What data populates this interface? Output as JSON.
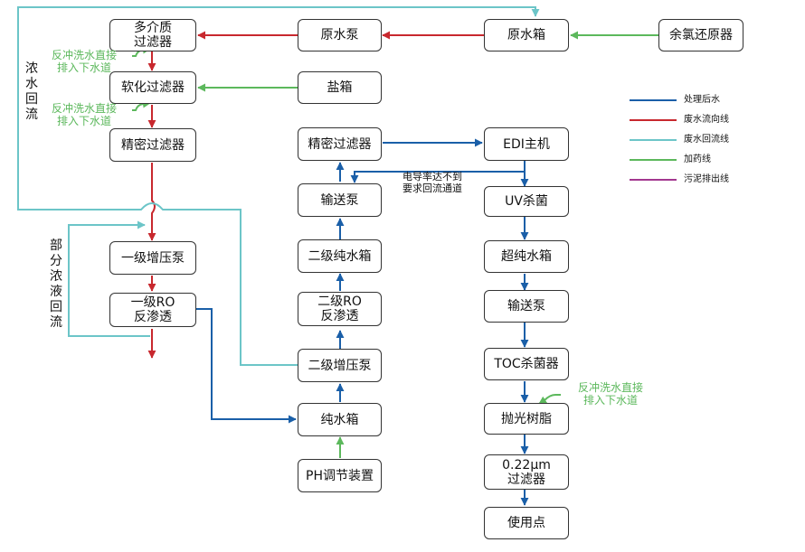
{
  "colors": {
    "treated": "#1a5fa8",
    "waste_flow": "#c8282e",
    "waste_return": "#6cc5c8",
    "dosing": "#5cb85c",
    "sludge": "#a3378f"
  },
  "nodes": {
    "multimedia": [
      "多介质",
      "过滤器"
    ],
    "raw_pump": [
      "原水泵"
    ],
    "raw_tank": [
      "原水箱"
    ],
    "dechlor": [
      "余氯还原器"
    ],
    "softener": [
      "软化过滤器"
    ],
    "salt_tank": [
      "盐箱"
    ],
    "precision1": [
      "精密过滤器"
    ],
    "precision2": [
      "精密过滤器"
    ],
    "edi": [
      "EDI主机"
    ],
    "transfer_pump1": [
      "输送泵"
    ],
    "uv": [
      "UV杀菌"
    ],
    "ro2_tank": [
      "二级纯水箱"
    ],
    "ultrapure_tank": [
      "超纯水箱"
    ],
    "booster1": [
      "一级增压泵"
    ],
    "ro1": [
      "一级RO",
      "反渗透"
    ],
    "ro2": [
      "二级RO",
      "反渗透"
    ],
    "transfer_pump2": [
      "输送泵"
    ],
    "booster2": [
      "二级增压泵"
    ],
    "toc": [
      "TOC杀菌器"
    ],
    "pure_tank": [
      "纯水箱"
    ],
    "polish": [
      "抛光树脂"
    ],
    "filter022": [
      "0.22μm",
      "过滤器"
    ],
    "ph": [
      "PH调节装置"
    ],
    "use_point": [
      "使用点"
    ]
  },
  "notes": {
    "backwash1": [
      "反冲洗水直接",
      "排入下水道"
    ],
    "backwash2": [
      "反冲洗水直接",
      "排入下水道"
    ],
    "backwash3": [
      "反冲洗水直接",
      "排入下水道"
    ],
    "conductivity": [
      "电导率达不到",
      "要求回流通道"
    ]
  },
  "side_labels": {
    "concentrate_return": [
      "浓",
      "水",
      "回",
      "流"
    ],
    "partial_return": [
      "部",
      "分",
      "浓",
      "液",
      "回",
      "流"
    ]
  },
  "legend": [
    {
      "label": "处理后水",
      "color": "#1a5fa8"
    },
    {
      "label": "废水流向线",
      "color": "#c8282e"
    },
    {
      "label": "废水回流线",
      "color": "#6cc5c8"
    },
    {
      "label": "加药线",
      "color": "#5cb85c"
    },
    {
      "label": "污泥排出线",
      "color": "#a3378f"
    }
  ]
}
